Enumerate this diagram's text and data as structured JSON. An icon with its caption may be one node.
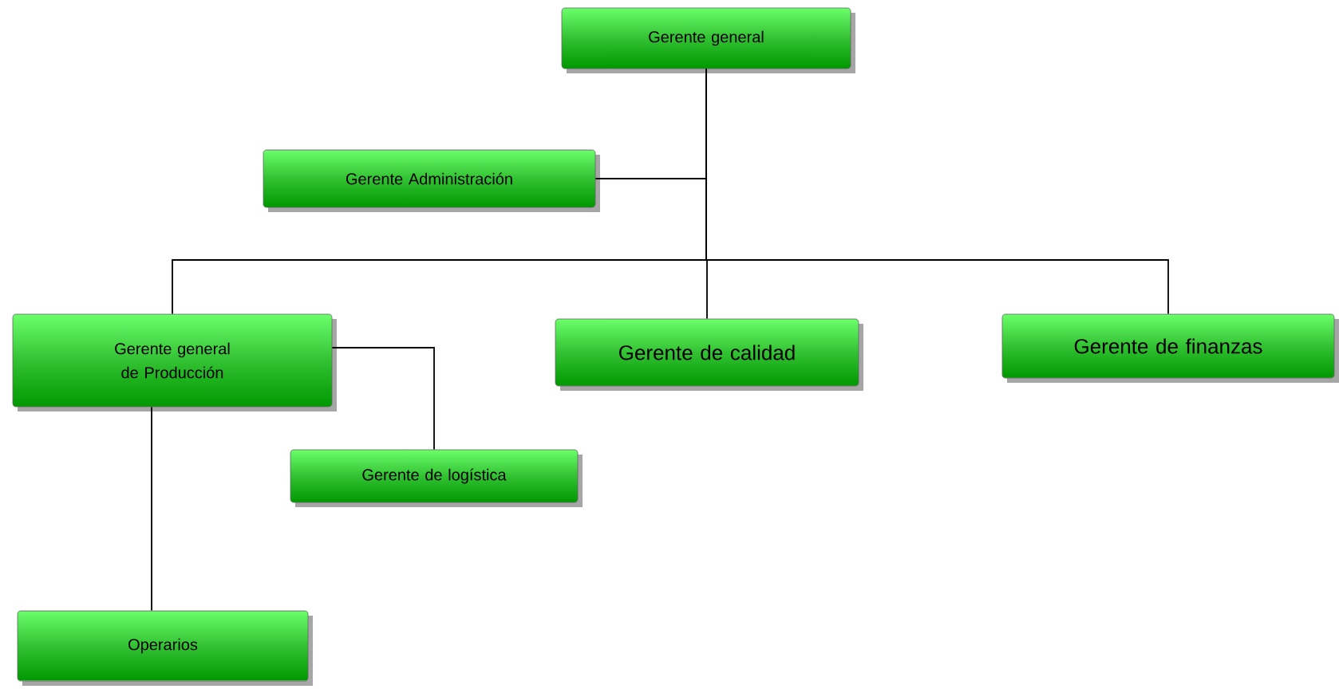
{
  "diagram": {
    "nodes": [
      {
        "text": [
          "Gerente general"
        ]
      },
      {
        "text": [
          "Gerente Administración"
        ]
      },
      {
        "text": [
          "Gerente general de Producción"
        ]
      },
      {
        "text": [
          "Gerente de calidad"
        ]
      },
      {
        "text": [
          "Gerente de finanzas"
        ]
      },
      {
        "text": [
          "Gerente de logística"
        ]
      },
      {
        "text": [
          "Operarios"
        ]
      }
    ],
    "edges": [
      {
        "from": 0,
        "to": 1,
        "arrow": "none"
      },
      {
        "from": 0,
        "to": 2,
        "arrow": "none"
      },
      {
        "from": 0,
        "to": 3,
        "arrow": "none"
      },
      {
        "from": 0,
        "to": 4,
        "arrow": "none"
      },
      {
        "from": 2,
        "to": 5,
        "arrow": "none"
      },
      {
        "from": 2,
        "to": 6,
        "arrow": "none"
      }
    ]
  }
}
